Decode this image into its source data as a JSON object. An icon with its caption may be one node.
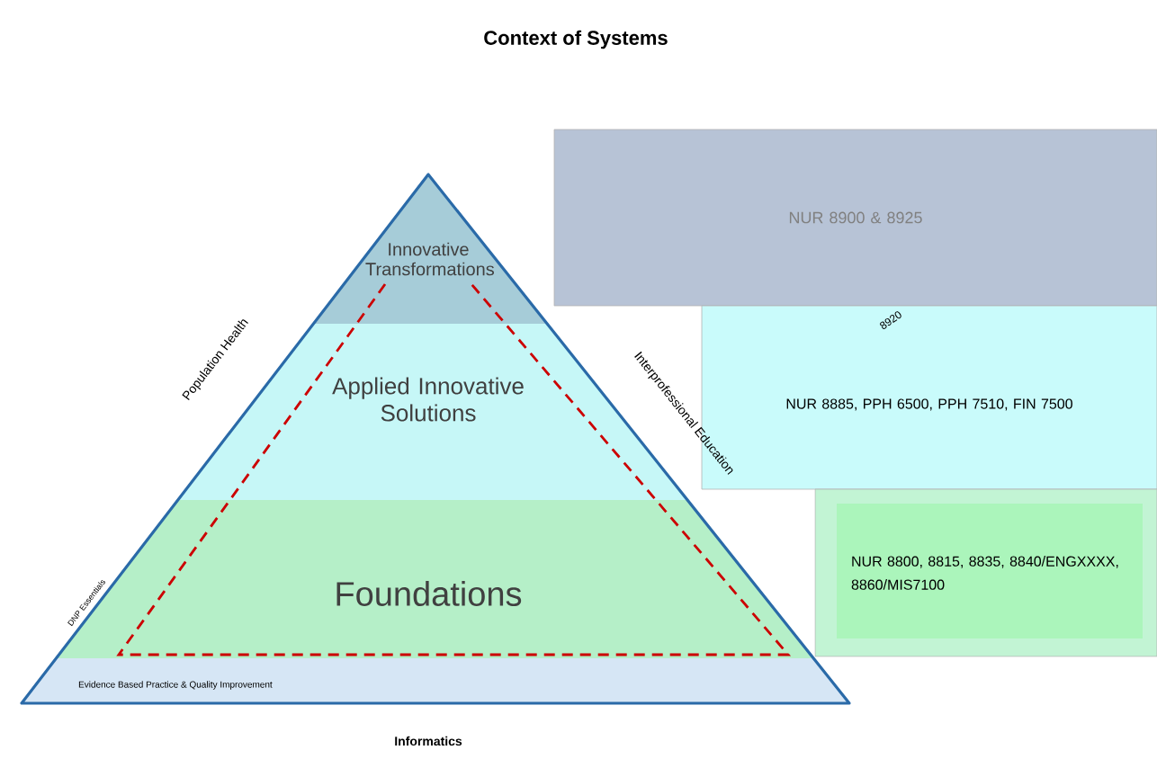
{
  "diagram": {
    "title": "Context of Systems",
    "nodes": [
      {
        "text": [
          "Innovative Transformations"
        ]
      },
      {
        "text": [
          "NUR 8900 & 8925"
        ]
      },
      {
        "text": [
          "Applied Innovative Solutions"
        ]
      },
      {
        "text": [
          "NUR 8885, PPH 6500, PPH 7510, FIN 7500"
        ]
      },
      {
        "text": [
          "Foundations"
        ]
      },
      {
        "text": [
          "NUR 8800, 8815, 8835, 8840/ENGXXXX, 8860/MIS7100"
        ]
      }
    ],
    "labels": [
      "Population Health",
      "Interprofessional Education",
      "8920",
      "DNP Essentials",
      "Evidence Based Practice & Quality Improvement",
      "Informatics"
    ]
  }
}
